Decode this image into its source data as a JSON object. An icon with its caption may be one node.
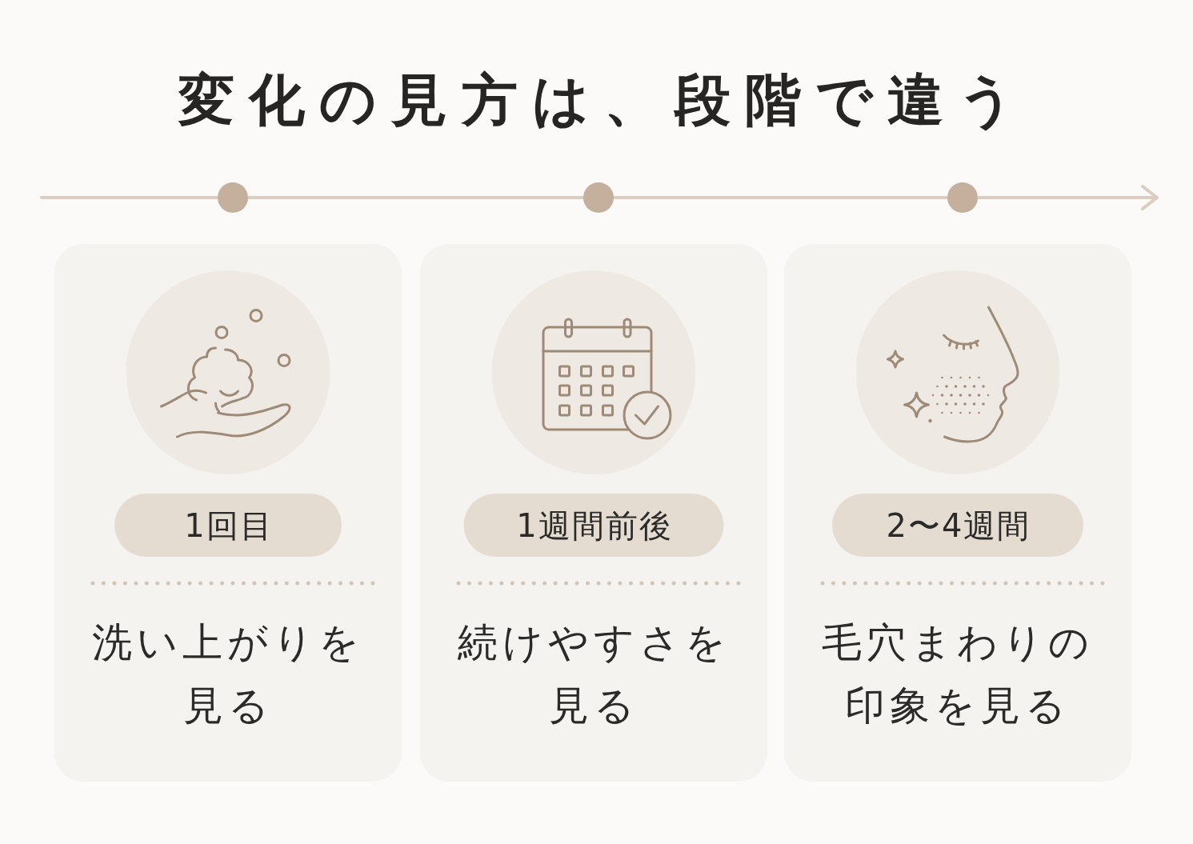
{
  "diagram": {
    "title": "変化の見方は、段階で違う",
    "nodes": [
      {
        "text": [
          "洗い上がりを見る"
        ]
      },
      {
        "text": [
          "1回目"
        ],
        "in": 0
      },
      {
        "text": [
          "続けやすさを見る"
        ]
      },
      {
        "text": [
          "1週間前後"
        ],
        "in": 2
      },
      {
        "text": [
          "毛穴まわりの印象を見る"
        ]
      },
      {
        "text": [
          "2〜4週間"
        ],
        "in": 4
      }
    ]
  }
}
